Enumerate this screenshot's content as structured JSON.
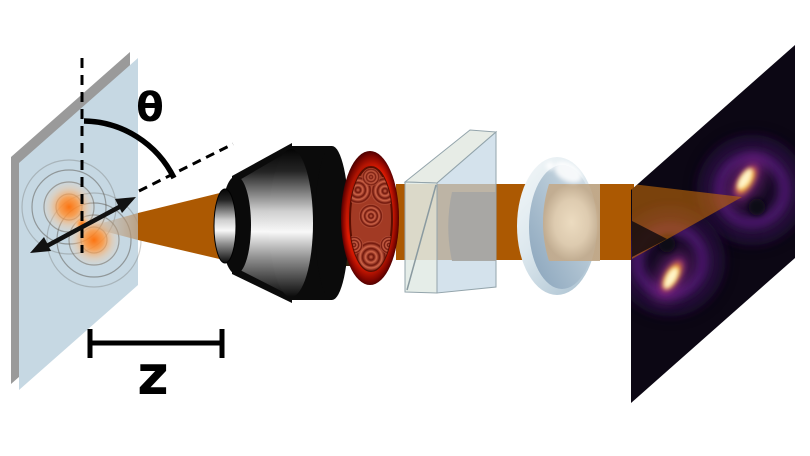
{
  "title": "single-molecule orientation imaging optical setup",
  "labels": {
    "angle": "θ",
    "axial_distance": "z"
  },
  "colors": {
    "background": "#ffffff",
    "beam": "#ac5902",
    "beam_dark": "#32210b",
    "beam_on_screen": "rgba(190,103,8,0.62)",
    "beam_shadow_wedge": "rgba(10,6,14,0.78)",
    "sample_plane": "#c6d8e3",
    "plane_edge": "#9a9a9a",
    "detector_screen": "#0c0714",
    "emitter_glow": "#ff7608",
    "phase_mask_red": "#c51200",
    "glass_face": "rgba(196,215,228,0.72)",
    "psf_hot": "#fdf4c0",
    "psf_warm": "#f79617",
    "psf_purple": "#5a1f80"
  },
  "components": [
    {
      "name": "sample-plane",
      "kind": "tilted glass coverslip"
    },
    {
      "name": "dipole-emitter",
      "kind": "fluorescent molecule with two orange lobes"
    },
    {
      "name": "dipole-orientation-arrow",
      "kind": "double-headed arrow"
    },
    {
      "name": "polar-angle-arc",
      "kind": "angle θ between vertical axis and dipole axis"
    },
    {
      "name": "vertical-axis-dashed-line",
      "kind": "reference axis"
    },
    {
      "name": "dipole-axis-dashed-line",
      "kind": "tilted reference axis"
    },
    {
      "name": "defocus-bracket",
      "kind": "distance z scale bar"
    },
    {
      "name": "emission-cone",
      "kind": "collected fluorescence cone"
    },
    {
      "name": "objective-lens",
      "kind": "microscope objective"
    },
    {
      "name": "phase-mask",
      "kind": "red trefoil phase mask"
    },
    {
      "name": "beam-splitter-plate",
      "kind": "glass plate"
    },
    {
      "name": "tube-lens",
      "kind": "focusing lens"
    },
    {
      "name": "detector-screen",
      "kind": "camera plane"
    },
    {
      "name": "psf-upper",
      "kind": "rotated point-spread-function image"
    },
    {
      "name": "psf-lower",
      "kind": "rotated point-spread-function image"
    }
  ]
}
